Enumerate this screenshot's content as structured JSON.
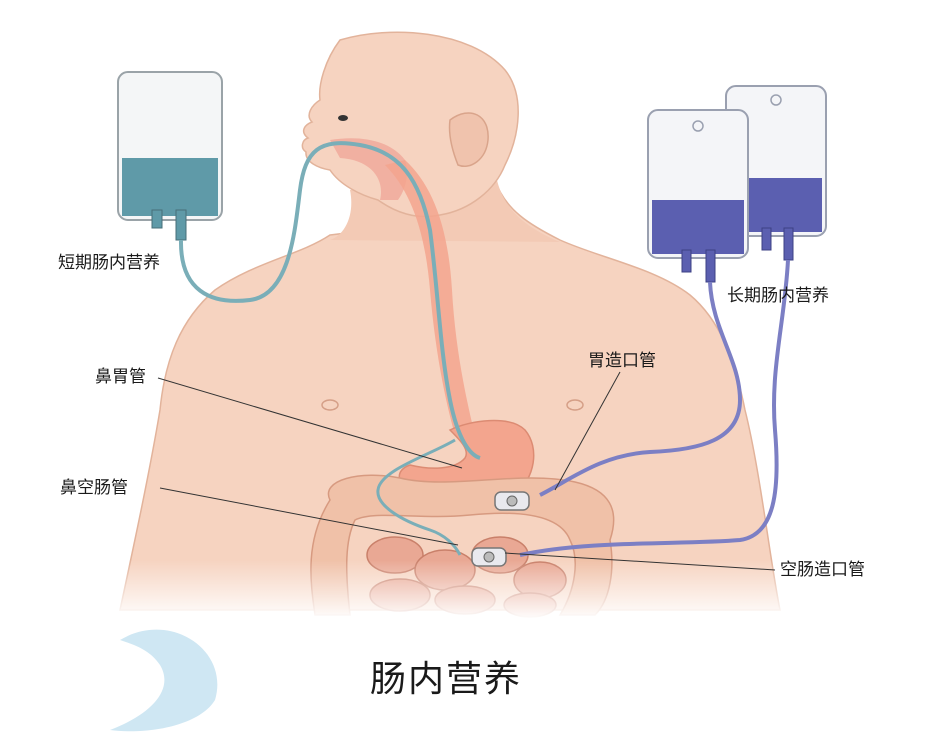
{
  "caption": "肠内营养",
  "labels": {
    "short_term": "短期肠内营养",
    "long_term": "长期肠内营养",
    "nasogastric": "鼻胃管",
    "nasojejunal": "鼻空肠管",
    "gastrostomy": "胃造口管",
    "jejunostomy": "空肠造口管"
  },
  "colors": {
    "skin": "#f6d3c0",
    "skin_shade": "#ecbba3",
    "short_term_fluid": "#5f9aa8",
    "short_term_tube": "#7aaeb8",
    "long_term_fluid": "#5b5fb0",
    "long_term_tube": "#7c7fc4",
    "esophagus_stomach": "#f3a58e",
    "intestine": "#e9a894",
    "crescent": "#cfe7f3"
  }
}
